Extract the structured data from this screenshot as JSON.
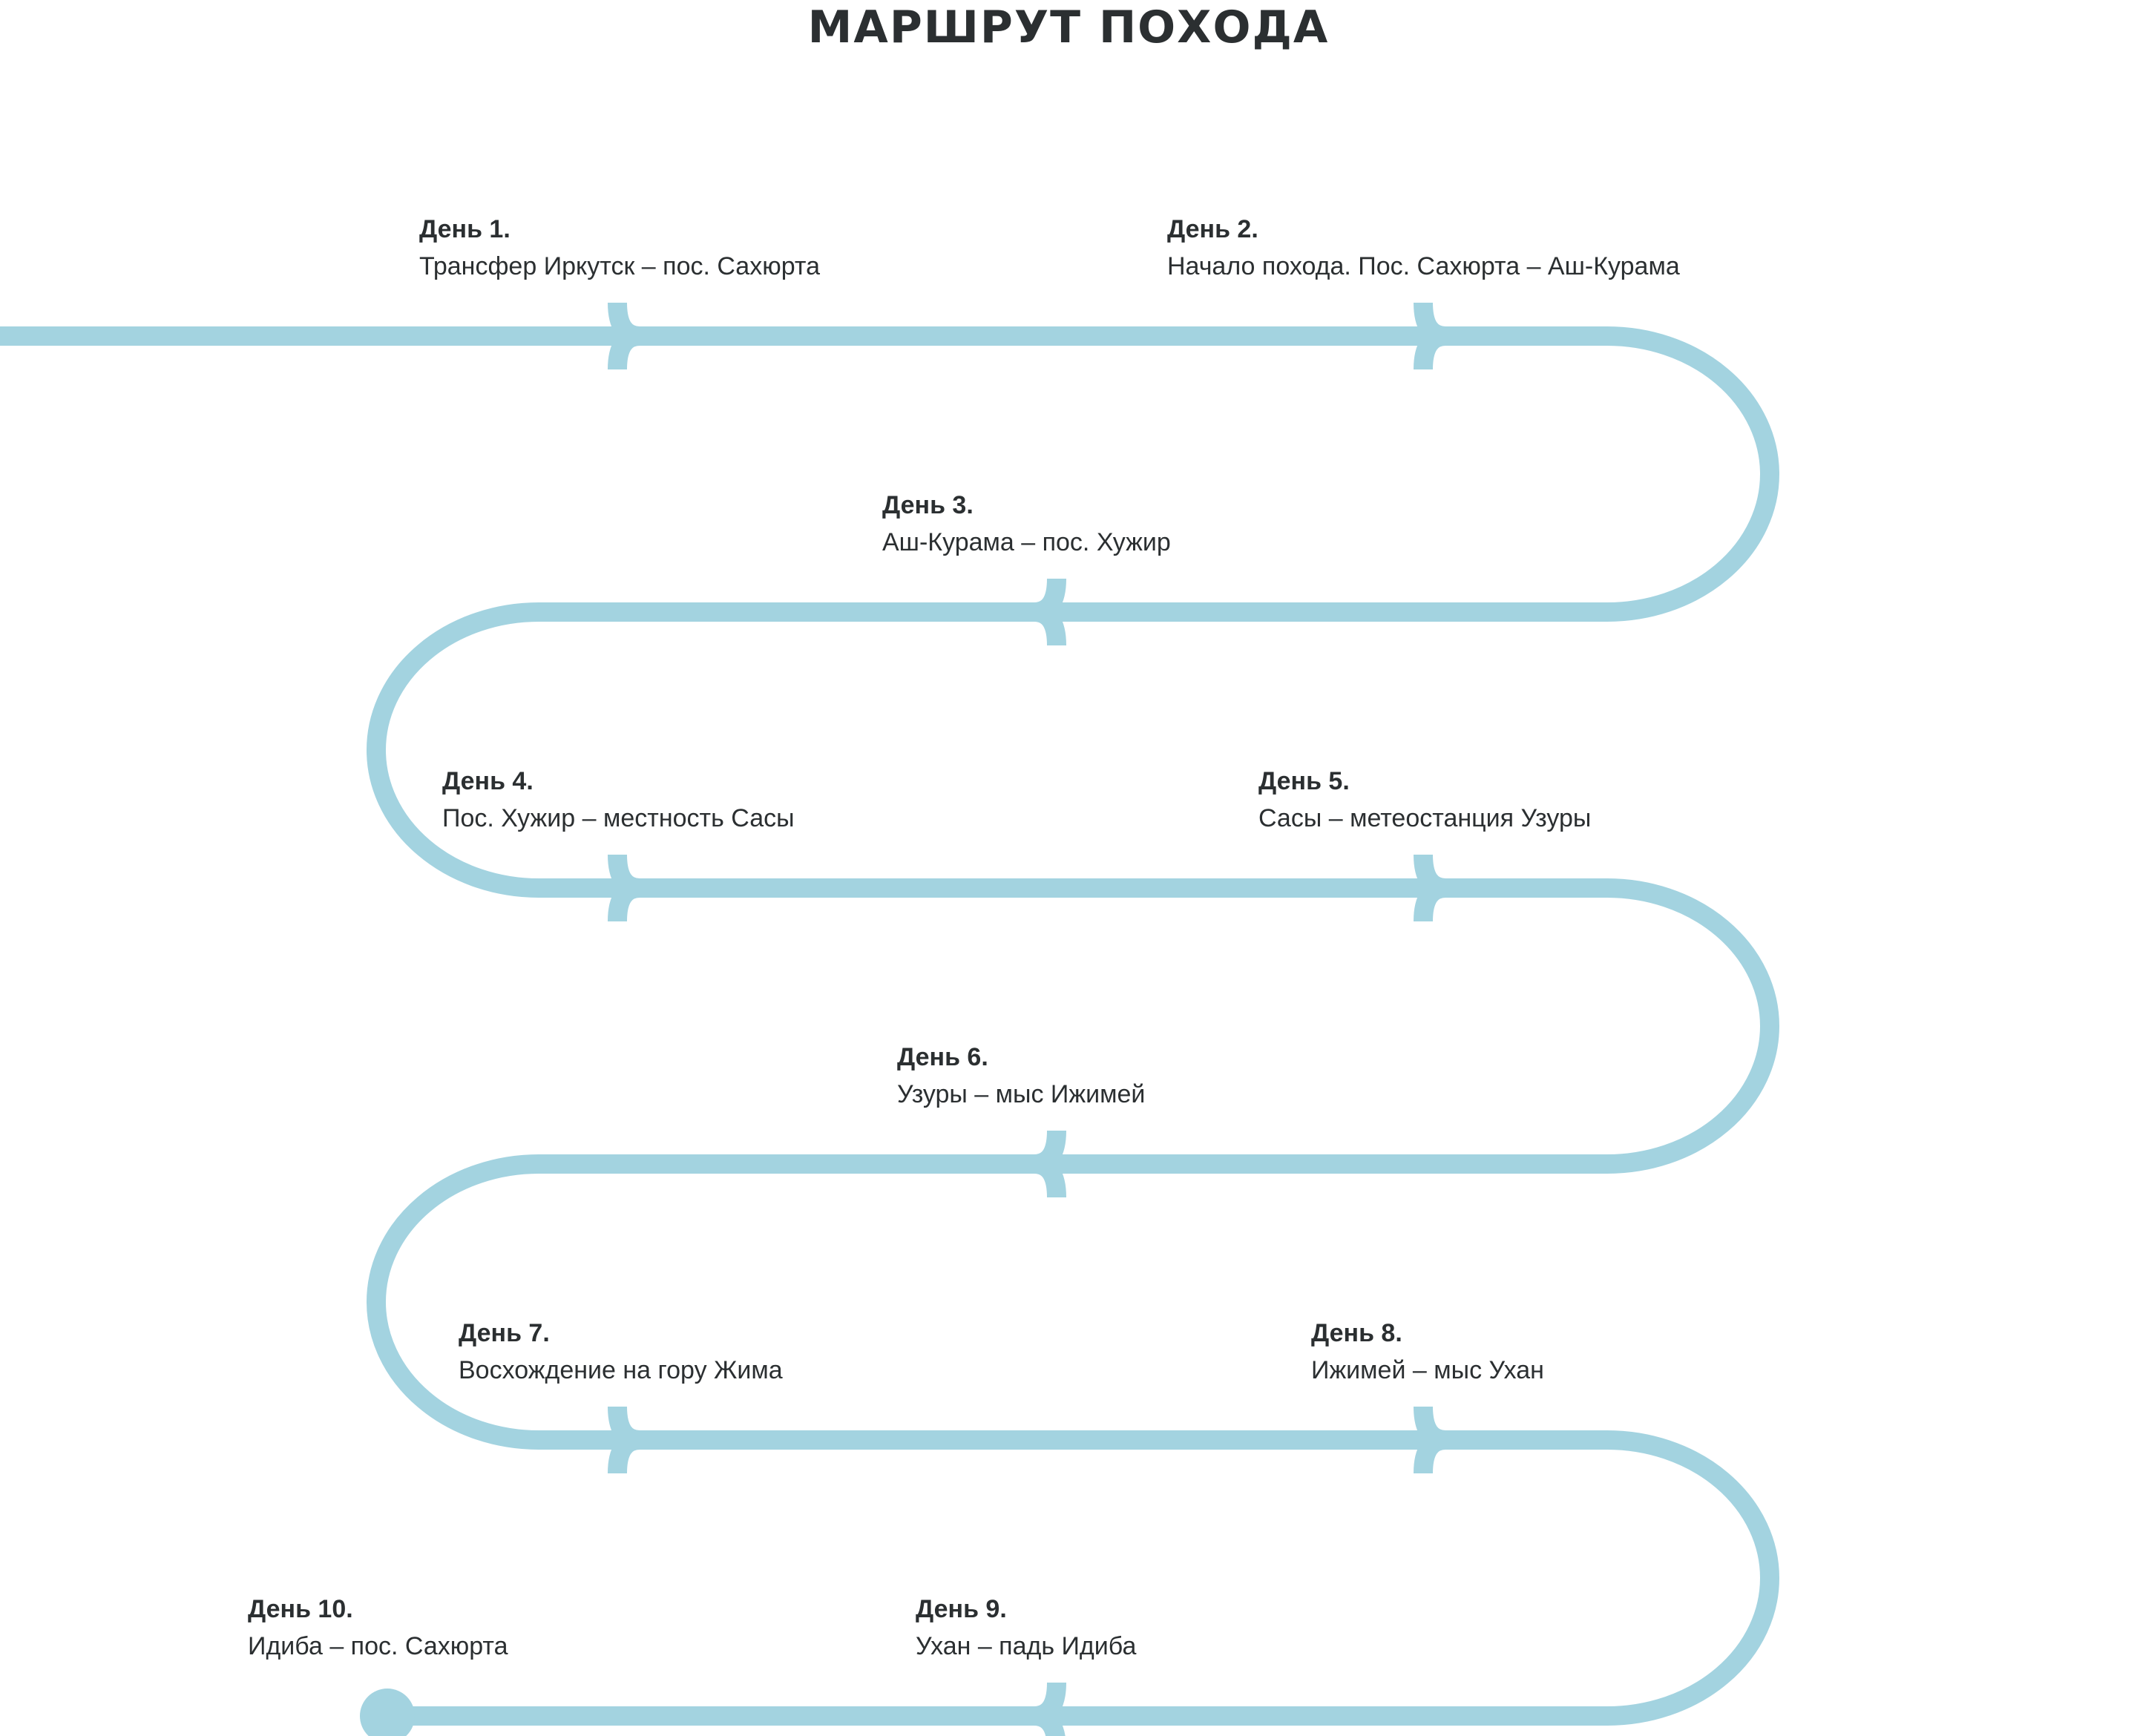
{
  "title": "МАРШРУТ ПОХОДА",
  "colors": {
    "path": "#a3d3e0",
    "text": "#2b2f31"
  },
  "stages": [
    {
      "day": "День 1.",
      "desc": "Трансфер Иркутск – пос. Сахюрта"
    },
    {
      "day": "День 2.",
      "desc": "Начало похода. Пос. Сахюрта – Аш-Курама"
    },
    {
      "day": "День 3.",
      "desc": "Аш-Курама – пос. Хужир"
    },
    {
      "day": "День 4.",
      "desc": "Пос. Хужир – местность Сасы"
    },
    {
      "day": "День 5.",
      "desc": "Сасы – метеостанция Узуры"
    },
    {
      "day": "День 6.",
      "desc": "Узуры – мыс Ижимей"
    },
    {
      "day": "День 7.",
      "desc": "Восхождение на гору Жима"
    },
    {
      "day": "День 8.",
      "desc": "Ижимей – мыс Ухан"
    },
    {
      "day": "День 9.",
      "desc": "Ухан – падь Идиба"
    },
    {
      "day": "День 10.",
      "desc": "Идиба – пос. Сахюрта"
    }
  ]
}
